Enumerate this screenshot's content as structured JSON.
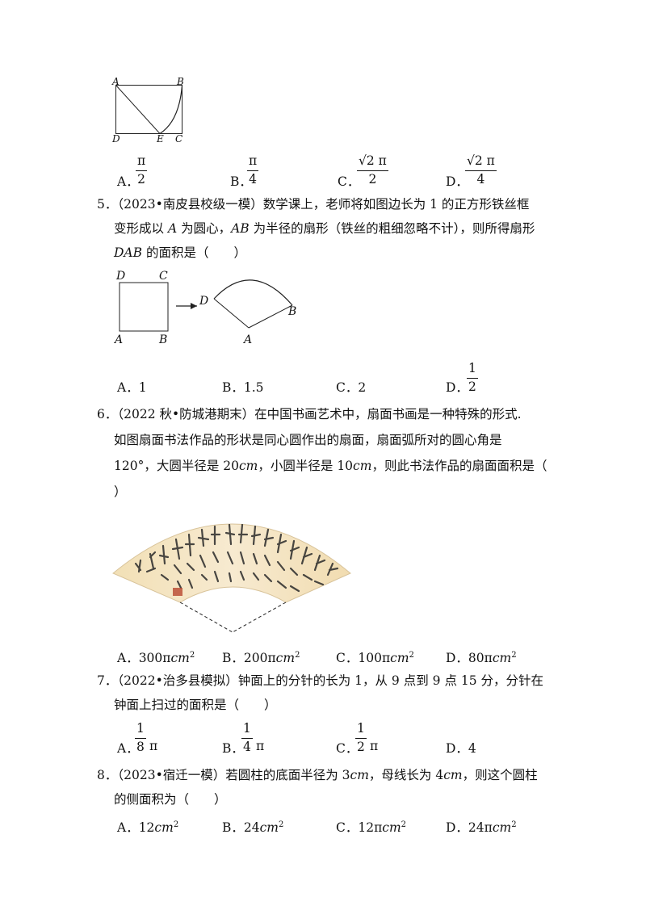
{
  "fig4": {
    "labels": {
      "A": "A",
      "B": "B",
      "C": "C",
      "D": "D",
      "E": "E"
    }
  },
  "q4_options": {
    "A": {
      "letter": "A．",
      "num": "π",
      "den": "2"
    },
    "B": {
      "letter": "B．",
      "num": "π",
      "den": "4"
    },
    "C": {
      "letter": "C．",
      "num": "√2 π",
      "den": "2"
    },
    "D": {
      "letter": "D．",
      "num": "√2 π",
      "den": "4"
    }
  },
  "q5": {
    "number": "5．",
    "source": "（2023•南皮县校级一模）",
    "line1": "数学课上，老师将如图边长为 1 的正方形铁丝框",
    "line2_pre": "变形成以 ",
    "A": "A",
    "line2_mid": " 为圆心，",
    "AB": "AB",
    "line2_post": " 为半径的扇形（铁丝的粗细忽略不计），则所得扇形",
    "DAB": "DAB",
    "line3_post": " 的面积是（　　）",
    "fig": {
      "D": "D",
      "C": "C",
      "A": "A",
      "B": "B",
      "D2": "D",
      "B2": "B",
      "A2": "A"
    },
    "options": {
      "A": "A．1",
      "B": "B．1.5",
      "C": "C．2",
      "D_letter": "D．",
      "D_num": "1",
      "D_den": "2"
    }
  },
  "q6": {
    "number": "6．",
    "source": "（2022 秋•防城港期末）",
    "line1": "在中国书画艺术中，扇面书画是一种特殊的形式.",
    "line2": "如图扇面书法作品的形状是同心圆作出的扇面，扇面弧所对的圆心角是",
    "line3_pre": "120°，大圆半径是 20",
    "cm1": "cm",
    "line3_mid": "，小圆半径是 10",
    "cm2": "cm",
    "line3_post": "，则此书法作品的扇面面积是（",
    "line4": "）",
    "options": {
      "A": "A．300π",
      "B": "B．200π",
      "C": "C．100π",
      "D": "D．80π",
      "cm": "cm",
      "sq": "2"
    }
  },
  "q7": {
    "number": "7．",
    "source": "（2022•治多县模拟）",
    "line1": "钟面上的分针的长为 1，从 9 点到 9 点 15 分，分针在",
    "line2": "钟面上扫过的面积是（　　）",
    "options": {
      "A_letter": "A．",
      "A_num": "1",
      "A_den": "8",
      "B_letter": "B．",
      "B_num": "1",
      "B_den": "4",
      "C_letter": "C．",
      "C_num": "1",
      "C_den": "2",
      "pi": "π",
      "D": "D．4"
    }
  },
  "q8": {
    "number": "8．",
    "source": "（2023•宿迁一模）",
    "line1_pre": "若圆柱的底面半径为 3",
    "cm1": "cm",
    "line1_mid": "，母线长为 4",
    "cm2": "cm",
    "line1_post": "，则这个圆柱",
    "line2": "的侧面积为（　　）",
    "options": {
      "A": "A．12",
      "B": "B．24",
      "C": "C．12π",
      "D": "D．24π",
      "cm": "cm",
      "sq": "2"
    }
  }
}
